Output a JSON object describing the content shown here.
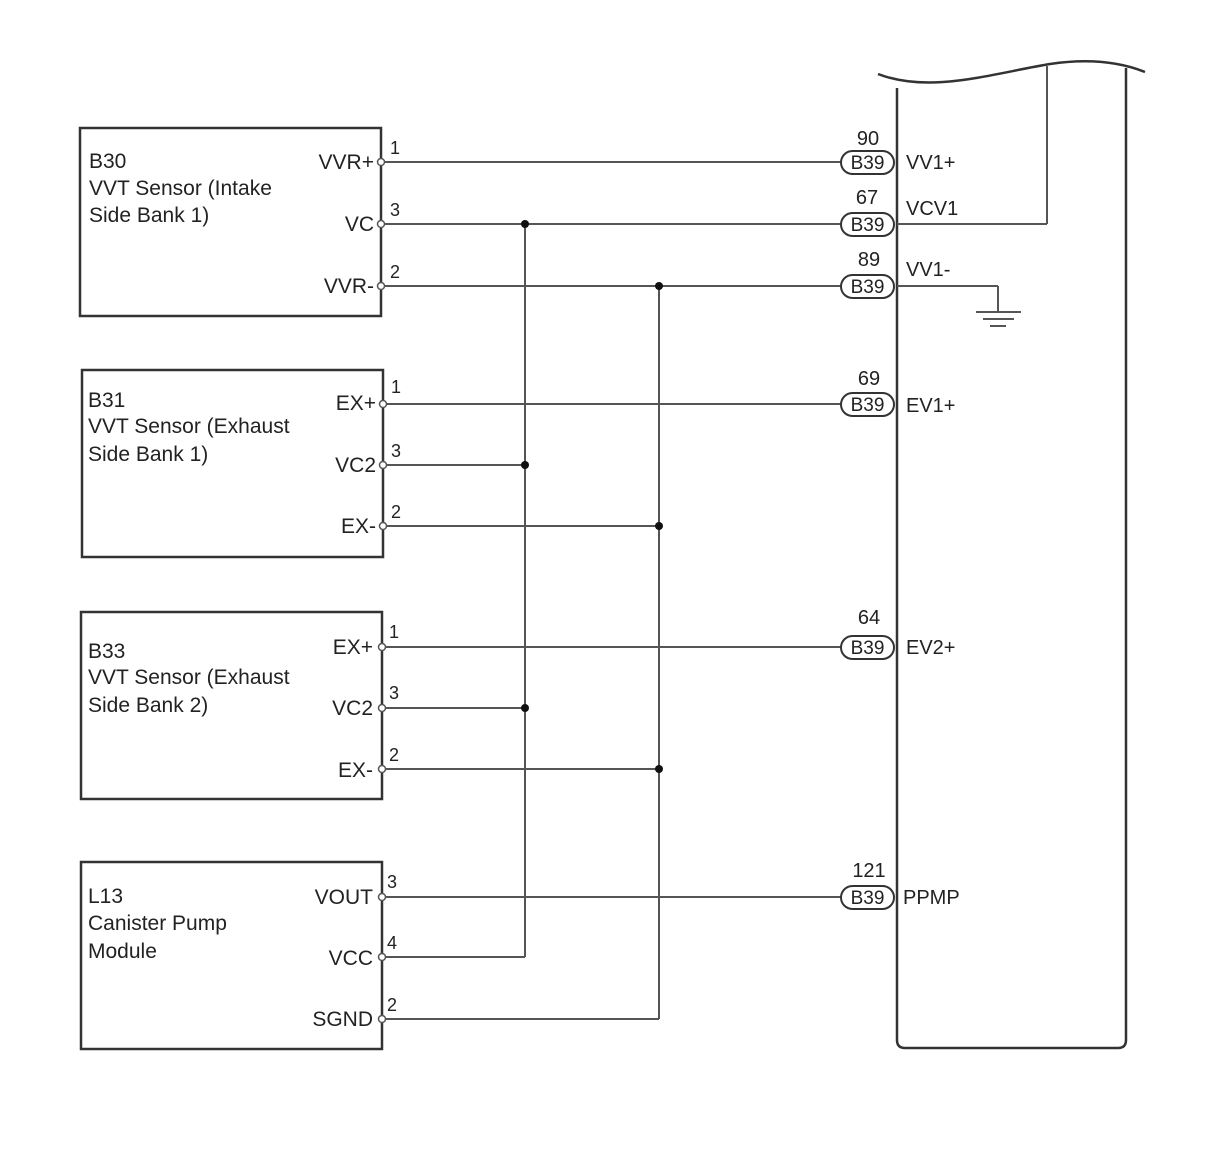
{
  "components": [
    {
      "id": "B30",
      "lines": [
        "VVT Sensor (Intake",
        "Side Bank 1)"
      ],
      "pins": [
        {
          "name": "VVR+",
          "num": "1"
        },
        {
          "name": "VC",
          "num": "3"
        },
        {
          "name": "VVR-",
          "num": "2"
        }
      ]
    },
    {
      "id": "B31",
      "lines": [
        "VVT Sensor (Exhaust",
        "Side Bank 1)"
      ],
      "pins": [
        {
          "name": "EX+",
          "num": "1"
        },
        {
          "name": "VC2",
          "num": "3"
        },
        {
          "name": "EX-",
          "num": "2"
        }
      ]
    },
    {
      "id": "B33",
      "lines": [
        "VVT Sensor (Exhaust",
        "Side Bank 2)"
      ],
      "pins": [
        {
          "name": "EX+",
          "num": "1"
        },
        {
          "name": "VC2",
          "num": "3"
        },
        {
          "name": "EX-",
          "num": "2"
        }
      ]
    },
    {
      "id": "L13",
      "lines": [
        "Canister Pump",
        "Module"
      ],
      "pins": [
        {
          "name": "VOUT",
          "num": "3"
        },
        {
          "name": "VCC",
          "num": "4"
        },
        {
          "name": "SGND",
          "num": "2"
        }
      ]
    }
  ],
  "ecm": {
    "terminals": [
      {
        "pin": "90",
        "connector": "B39",
        "name": "VV1+"
      },
      {
        "pin": "67",
        "connector": "B39",
        "name": "VCV1"
      },
      {
        "pin": "89",
        "connector": "B39",
        "name": "VV1-"
      },
      {
        "pin": "69",
        "connector": "B39",
        "name": "EV1+"
      },
      {
        "pin": "64",
        "connector": "B39",
        "name": "EV2+"
      },
      {
        "pin": "121",
        "connector": "B39",
        "name": "PPMP"
      }
    ]
  }
}
